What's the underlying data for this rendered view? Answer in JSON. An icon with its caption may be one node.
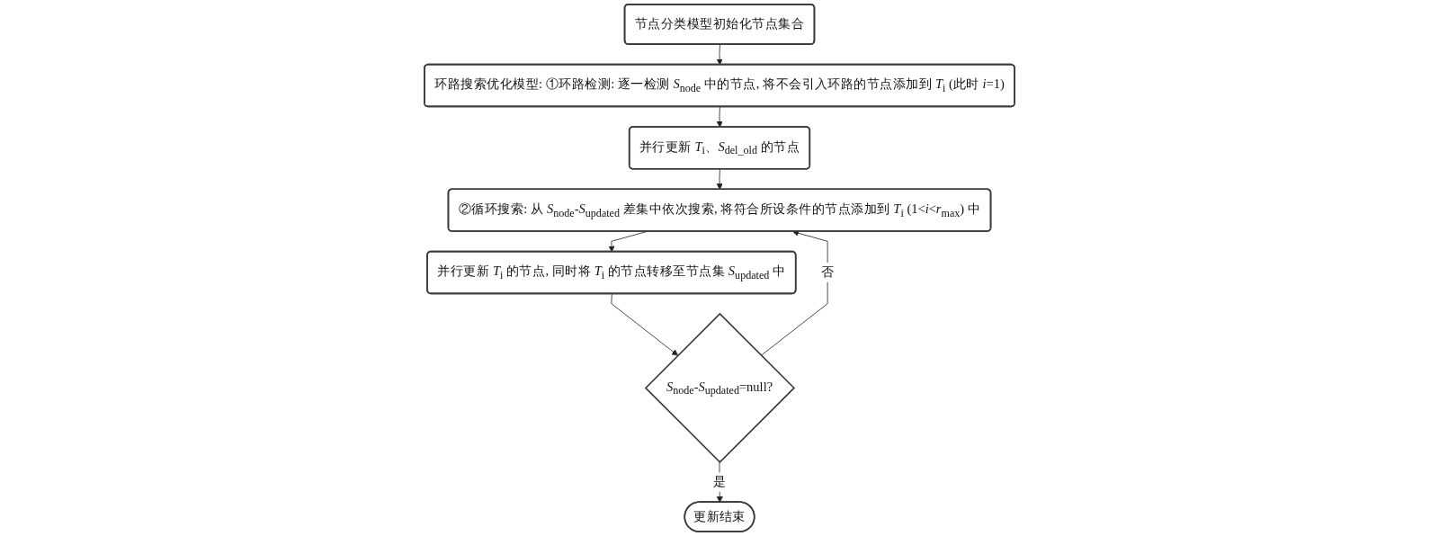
{
  "diagram": {
    "nodes": [
      {
        "text": [
          "节点分类模型初始化节点集合"
        ]
      },
      {
        "text": [
          "环路搜索优化模型: ①环路检测: 逐一检测 *S*$_{node}$ 中的节点, 将不会引入环路的节点添加到 *T*$_{i}$ (此时 *i*=1)"
        ]
      },
      {
        "text": [
          "并行更新 *T*$_{i}$、*S*$_{del_old}$ 的节点"
        ]
      },
      {
        "text": [
          "②循环搜索: 从 *S*$_{node}$-*S*$_{updated}$ 差集中依次搜索, 将符合所设条件的节点添加到 *T*$_{i}$ (1<*i*<*r*$_{max}$) 中"
        ]
      },
      {
        "text": [
          "并行更新 *T*$_{i}$ 的节点, 同时将 *T*$_{i}$ 的节点转移至节点集 *S*$_{updated}$ 中"
        ]
      },
      {
        "text": [
          "*S*$_{node}$-*S*$_{updated}$=null?"
        ]
      },
      {
        "text": [
          "更新结束"
        ]
      }
    ],
    "edges": [
      {
        "from": 0,
        "to": 1,
        "arrow": "to"
      },
      {
        "from": 1,
        "to": 2,
        "arrow": "to"
      },
      {
        "from": 2,
        "to": 3,
        "arrow": "to"
      },
      {
        "from": 3,
        "to": 4,
        "arrow": "to"
      },
      {
        "from": 4,
        "to": 5,
        "arrow": "to"
      },
      {
        "from": 5,
        "to": 3,
        "arrow": "to",
        "label": "否"
      },
      {
        "from": 5,
        "to": 6,
        "arrow": "to",
        "label": "是"
      }
    ]
  }
}
